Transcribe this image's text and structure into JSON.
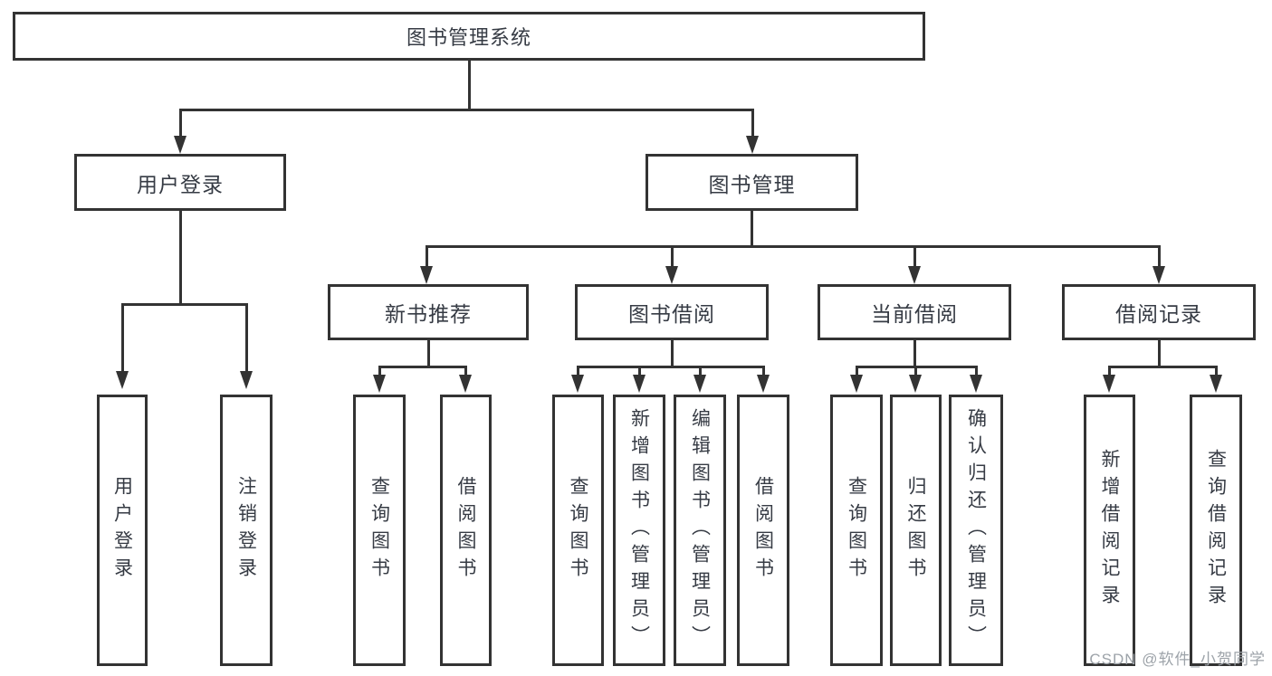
{
  "tree": {
    "root": {
      "label": "图书管理系统"
    },
    "branches": [
      {
        "label": "用户登录",
        "children": [
          "用户登录",
          "注销登录"
        ]
      },
      {
        "label": "图书管理",
        "sections": [
          {
            "label": "新书推荐",
            "children": [
              "查询图书",
              "借阅图书"
            ]
          },
          {
            "label": "图书借阅",
            "children": [
              "查询图书",
              "新增图书（管理员）",
              "编辑图书（管理员）",
              "借阅图书"
            ]
          },
          {
            "label": "当前借阅",
            "children": [
              "查询图书",
              "归还图书",
              "确认归还（管理员）"
            ]
          },
          {
            "label": "借阅记录",
            "children": [
              "新增借阅记录",
              "查询借阅记录"
            ]
          }
        ]
      }
    ]
  },
  "watermark": "CSDN @软件_小贺同学",
  "colors": {
    "line": "#333333",
    "text": "#363b44",
    "watermark": "#9da3a9",
    "background": "#ffffff"
  }
}
